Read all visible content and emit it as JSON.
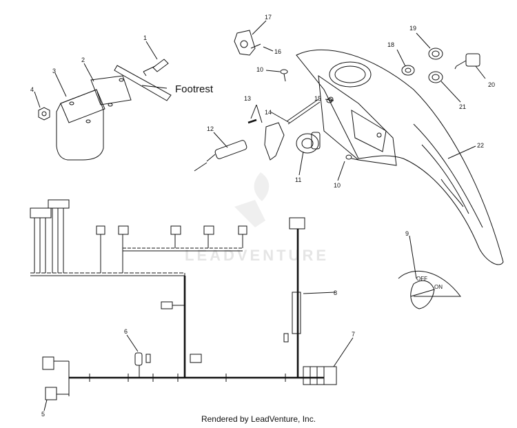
{
  "labels": {
    "footrest": "Footrest",
    "switch_off": "OFF",
    "switch_on": "ON",
    "watermark": "LEADVENTURE",
    "footer": "Rendered by LeadVenture, Inc."
  },
  "callouts": [
    "1",
    "2",
    "3",
    "4",
    "5",
    "6",
    "7",
    "8",
    "9",
    "10",
    "10",
    "11",
    "12",
    "13",
    "14",
    "15",
    "16",
    "17",
    "18",
    "19",
    "20",
    "21",
    "22"
  ]
}
